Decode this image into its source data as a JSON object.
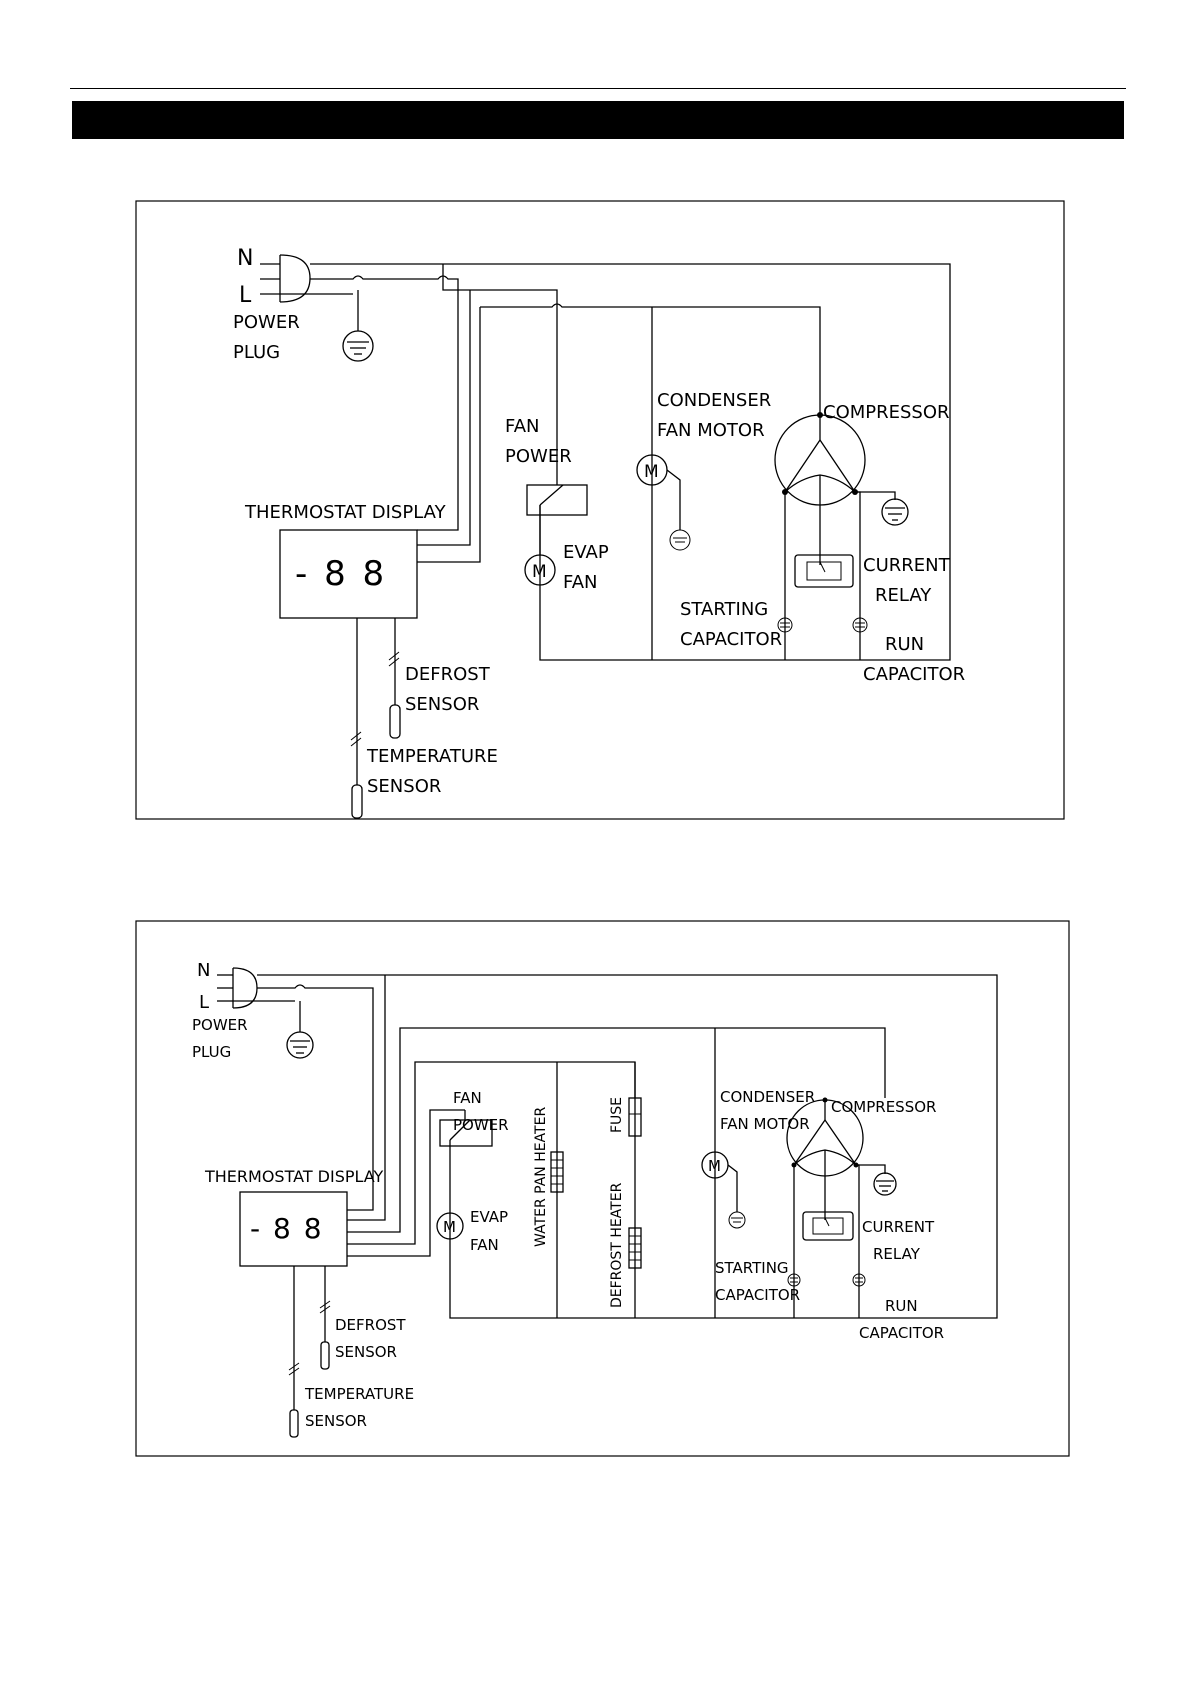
{
  "page": {
    "banner_color": "#000000"
  },
  "diagram1": {
    "neutral": "N",
    "live": "L",
    "power_plug": [
      "POWER",
      "PLUG"
    ],
    "thermostat": "THERMOSTAT DISPLAY",
    "display_readout": "- 8 8",
    "fan_power": [
      "FAN",
      "POWER"
    ],
    "motor_symbol": "M",
    "evap_fan": [
      "EVAP",
      "FAN"
    ],
    "condenser_fan_motor": [
      "CONDENSER",
      "FAN MOTOR"
    ],
    "compressor": "COMPRESSOR",
    "current_relay": [
      "CURRENT",
      "RELAY"
    ],
    "starting_capacitor": [
      "STARTING",
      "CAPACITOR"
    ],
    "run_capacitor": [
      "RUN",
      "CAPACITOR"
    ],
    "defrost_sensor": [
      "DEFROST",
      "SENSOR"
    ],
    "temperature_sensor": [
      "TEMPERATURE",
      "SENSOR"
    ]
  },
  "diagram2": {
    "neutral": "N",
    "live": "L",
    "power_plug": [
      "POWER",
      "PLUG"
    ],
    "thermostat": "THERMOSTAT DISPLAY",
    "display_readout": "- 8 8",
    "fan_power": [
      "FAN",
      "POWER"
    ],
    "motor_symbol": "M",
    "evap_fan": [
      "EVAP",
      "FAN"
    ],
    "water_pan_heater": "WATER PAN HEATER",
    "fuse": "FUSE",
    "defrost_heater": "DEFROST HEATER",
    "condenser_fan_motor": [
      "CONDENSER",
      "FAN MOTOR"
    ],
    "compressor": "COMPRESSOR",
    "current_relay": [
      "CURRENT",
      "RELAY"
    ],
    "starting_capacitor": [
      "STARTING",
      "CAPACITOR"
    ],
    "run_capacitor": [
      "RUN",
      "CAPACITOR"
    ],
    "defrost_sensor": [
      "DEFROST",
      "SENSOR"
    ],
    "temperature_sensor": [
      "TEMPERATURE",
      "SENSOR"
    ]
  }
}
